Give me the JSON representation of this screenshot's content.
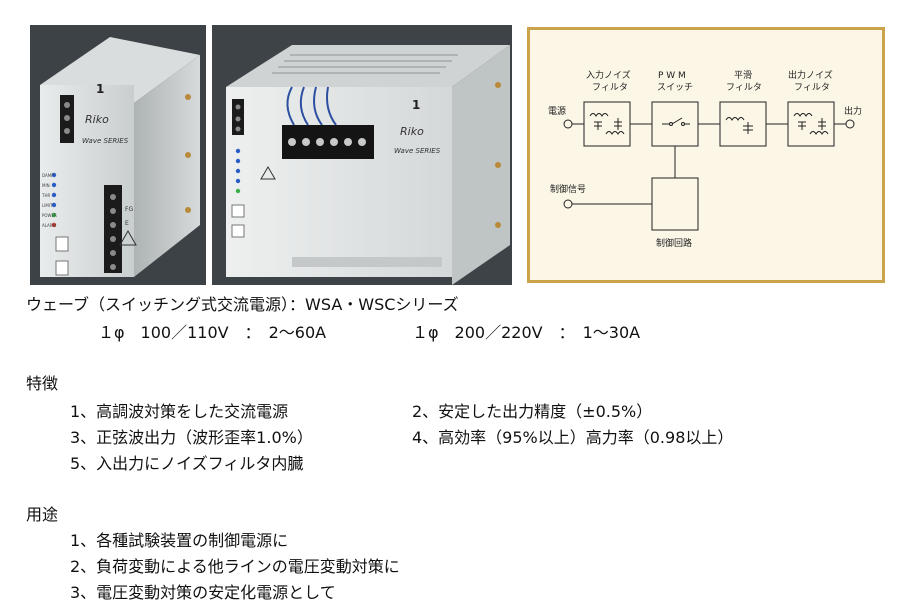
{
  "photo_left": {
    "labels": {
      "brand": "Riko",
      "series": "Wave SERIES",
      "unit_no": "1",
      "lamps": [
        "DAMP",
        "MIN",
        "THR",
        "LIMIT",
        "POWER",
        "ALARM"
      ],
      "terminals": [
        "FG",
        "E"
      ]
    }
  },
  "photo_right": {
    "labels": {
      "brand": "Riko",
      "series": "Wave SERIES",
      "unit_no": "1"
    }
  },
  "diagram": {
    "input_label": "電源",
    "output_label": "出力",
    "control_signal_label": "制御信号",
    "blocks": [
      {
        "id": "input-filter",
        "label_line1": "入力ノイズ",
        "label_line2": "フィルタ"
      },
      {
        "id": "pwm-switch",
        "label_line1": "P W M",
        "label_line2": "スイッチ"
      },
      {
        "id": "smoothing-filter",
        "label_line1": "平滑",
        "label_line2": "フィルタ"
      },
      {
        "id": "output-filter",
        "label_line1": "出力ノイズ",
        "label_line2": "フィルタ"
      }
    ],
    "control_block_label": "制御回路"
  },
  "product": {
    "title": "ウェーブ（スイッチング式交流電源）：WSA・WSCシリーズ",
    "spec1": "１φ　100／110V　：　2〜60A",
    "spec2": "１φ　200／220V　：　1〜30A"
  },
  "features": {
    "heading": "特徴",
    "items": [
      "1、高調波対策をした交流電源",
      "2、安定した出力精度（±0.5%）",
      "3、正弦波出力（波形歪率1.0%）",
      "4、高効率（95%以上）高力率（0.98以上）",
      "5、入出力にノイズフィルタ内臓"
    ]
  },
  "uses": {
    "heading": "用途",
    "items": [
      "1、各種試験装置の制御電源に",
      "2、負荷変動による他ラインの電圧変動対策に",
      "3、電圧変動対策の安定化電源として"
    ]
  }
}
